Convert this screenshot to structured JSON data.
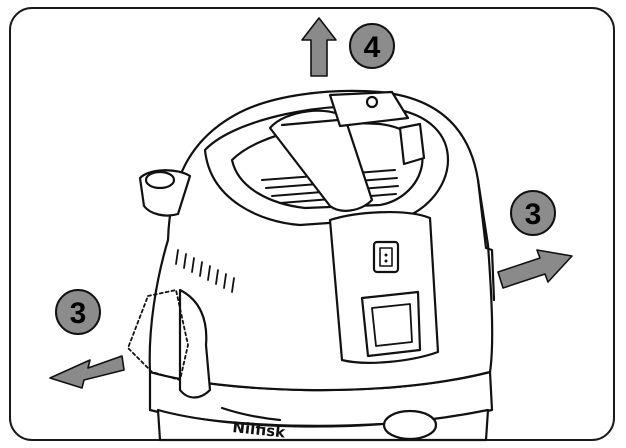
{
  "colors": {
    "frame_stroke": "#1a1a1a",
    "line": "#111111",
    "badge_fill": "#8c8c8c",
    "arrow_fill": "#8a8a8a",
    "body_fill": "#ffffff"
  },
  "steps": {
    "top": "4",
    "right": "3",
    "left": "3"
  },
  "brand_text": "Nilfisk",
  "icons": {
    "arrow_up": "arrow-up-icon",
    "arrow_right": "arrow-right-icon",
    "arrow_left": "arrow-left-icon"
  }
}
